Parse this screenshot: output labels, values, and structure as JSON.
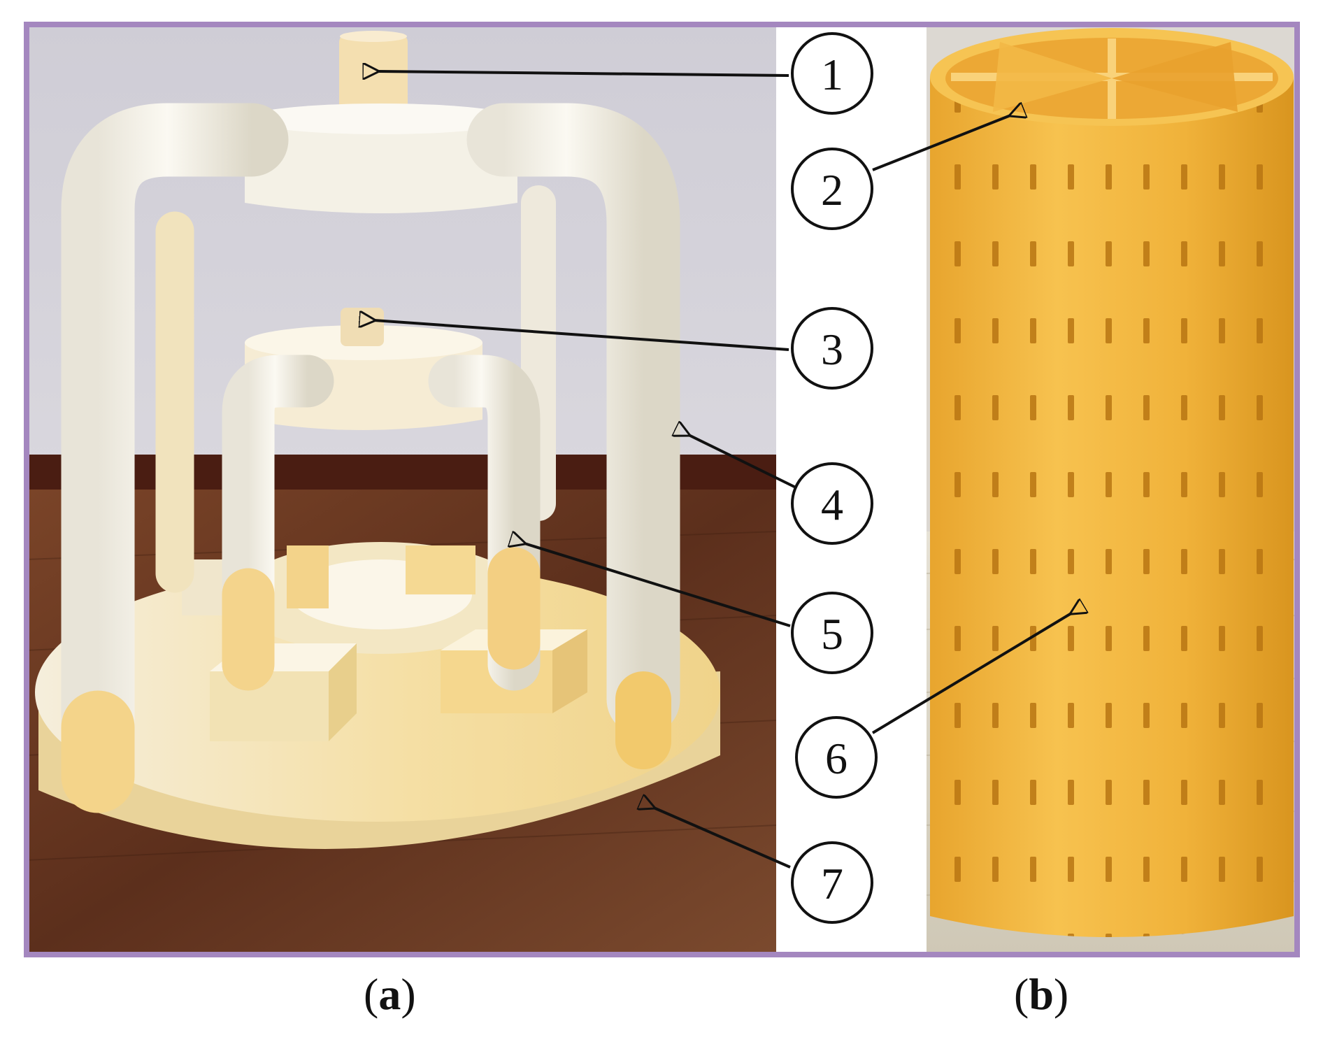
{
  "colors": {
    "frame": "#a487bf",
    "wall": "#d8d6de",
    "floor": "#6b3a24",
    "model_white": "#f2efe4",
    "model_yellow": "#f4d891",
    "cylinder_orange": "#f2b43e",
    "arrow": "#111111"
  },
  "callouts": [
    "1",
    "2",
    "3",
    "4",
    "5",
    "6",
    "7"
  ],
  "panels": {
    "a": {
      "open": "(",
      "letter": "a",
      "close": ")"
    },
    "b": {
      "open": "(",
      "letter": "b",
      "close": ")"
    }
  }
}
